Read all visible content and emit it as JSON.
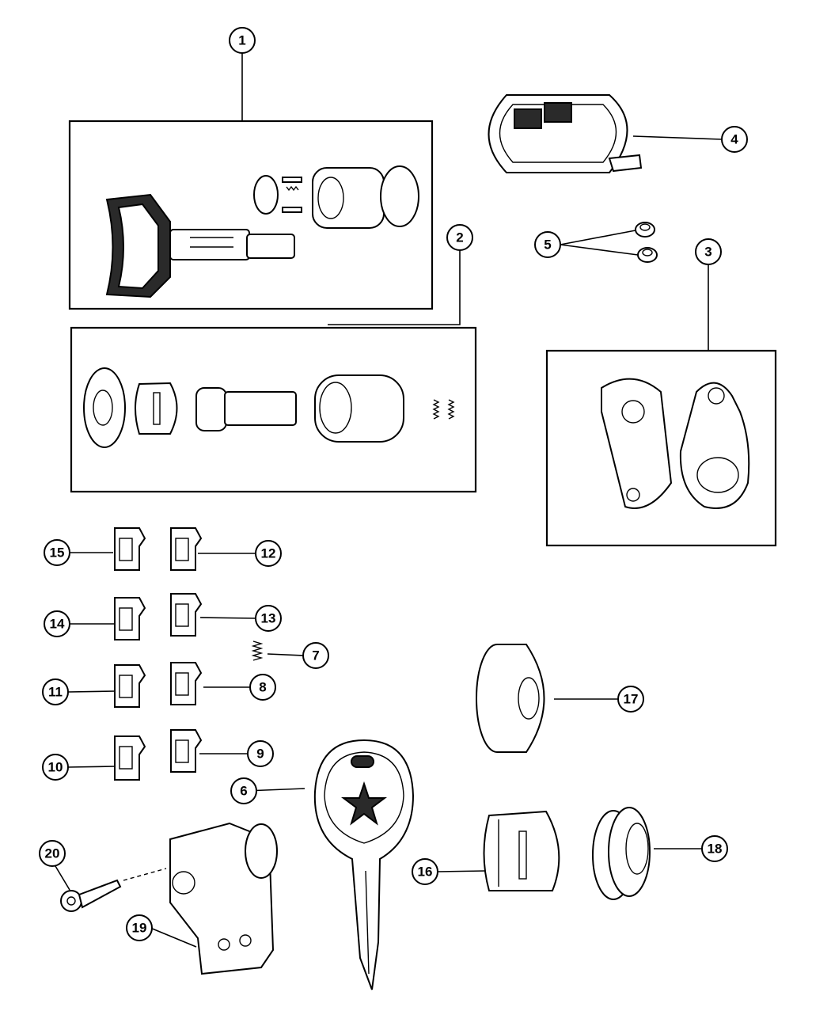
{
  "callouts": [
    {
      "id": "1",
      "label": "1"
    },
    {
      "id": "2",
      "label": "2"
    },
    {
      "id": "3",
      "label": "3"
    },
    {
      "id": "4",
      "label": "4"
    },
    {
      "id": "5",
      "label": "5"
    },
    {
      "id": "6",
      "label": "6"
    },
    {
      "id": "7",
      "label": "7"
    },
    {
      "id": "8",
      "label": "8"
    },
    {
      "id": "9",
      "label": "9"
    },
    {
      "id": "10",
      "label": "10"
    },
    {
      "id": "11",
      "label": "11"
    },
    {
      "id": "12",
      "label": "12"
    },
    {
      "id": "13",
      "label": "13"
    },
    {
      "id": "14",
      "label": "14"
    },
    {
      "id": "15",
      "label": "15"
    },
    {
      "id": "16",
      "label": "16"
    },
    {
      "id": "17",
      "label": "17"
    },
    {
      "id": "18",
      "label": "18"
    },
    {
      "id": "19",
      "label": "19"
    },
    {
      "id": "20",
      "label": "20"
    }
  ],
  "colors": {
    "line": "#000000",
    "background": "#ffffff",
    "fill_dark": "#2a2a2a"
  }
}
